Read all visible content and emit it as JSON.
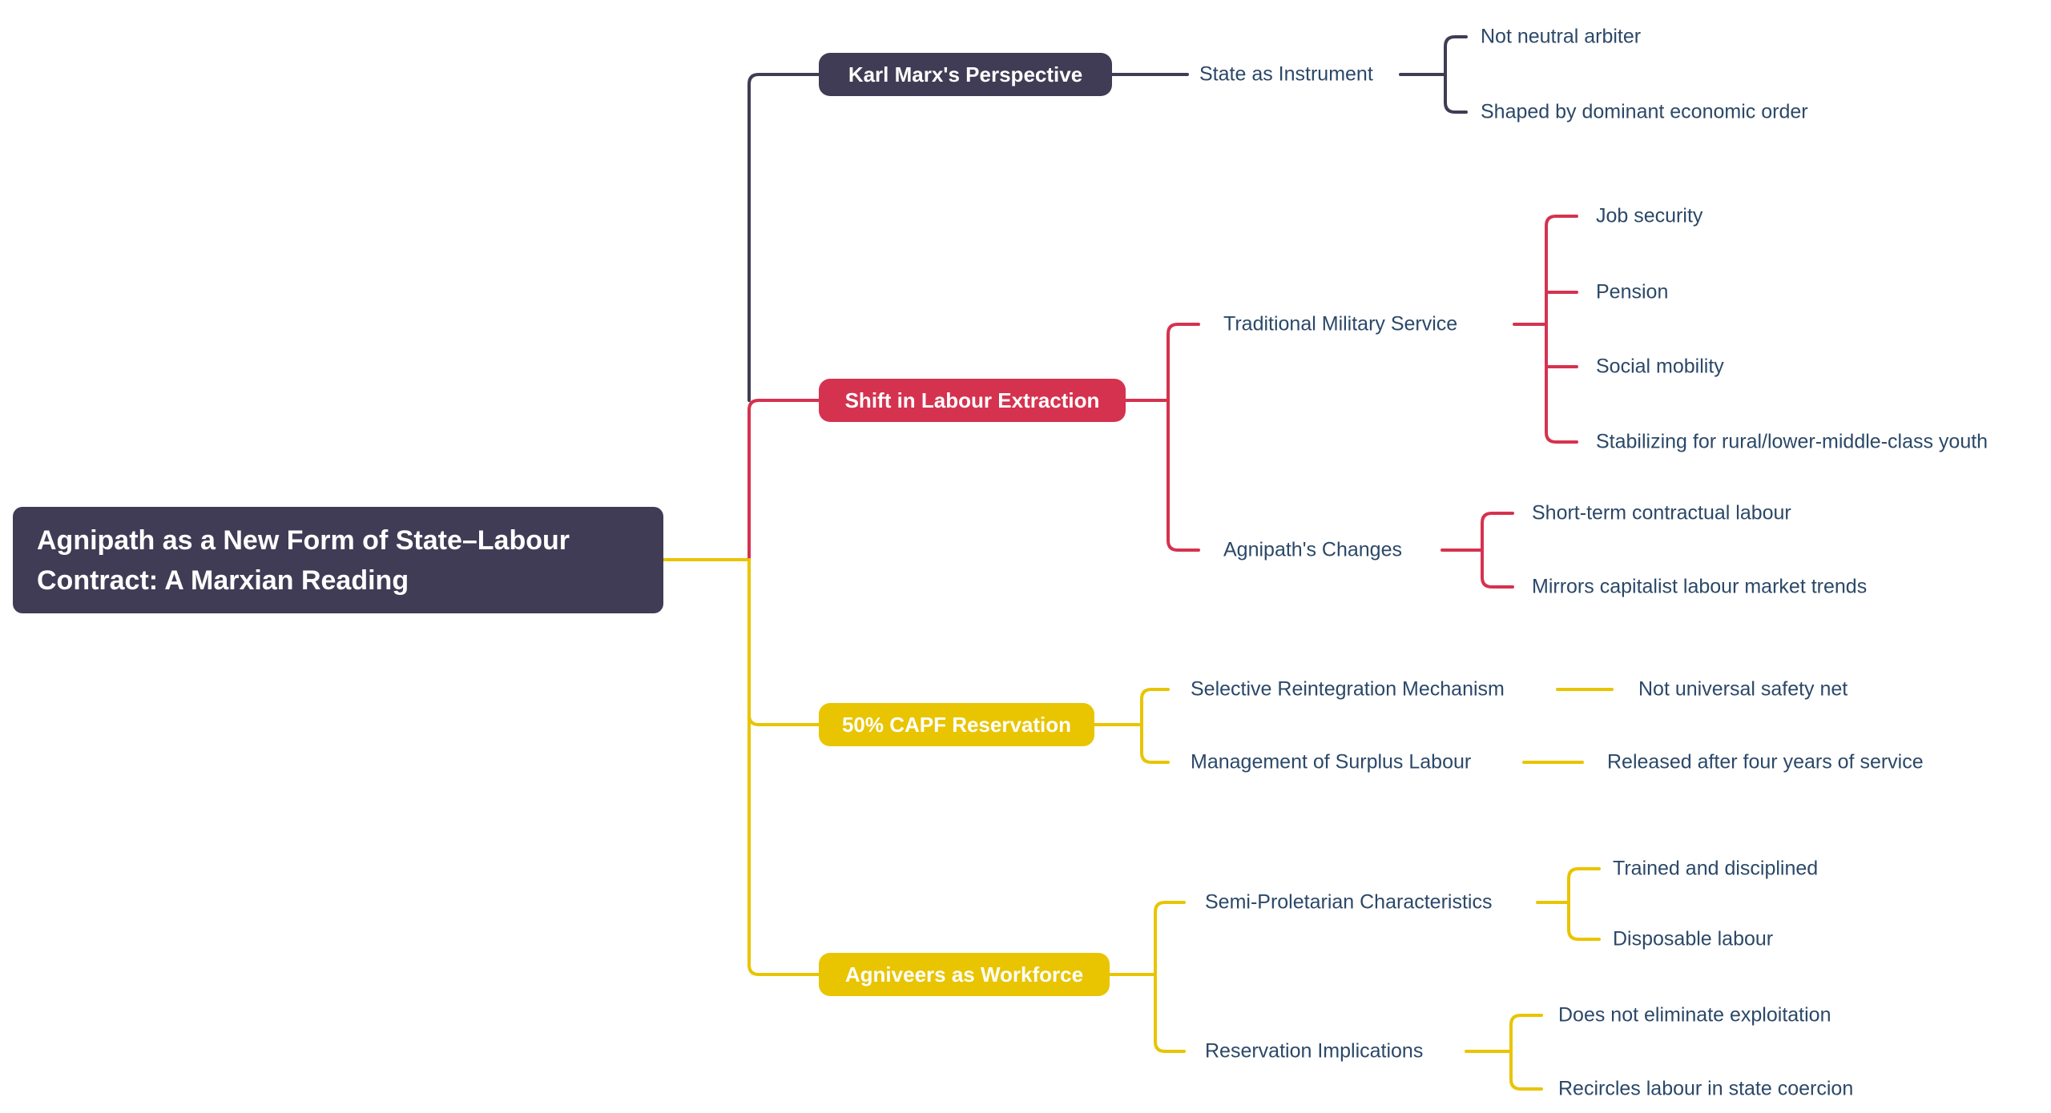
{
  "colors": {
    "navy": "#403C55",
    "red": "#D5324F",
    "yellow": "#E9C400",
    "ink": "#2B4868",
    "canvas": "#FFFFFF"
  },
  "map": {
    "root": {
      "label": "Agnipath as a New Form of State–Labour Contract: A Marxian Reading"
    },
    "branches": [
      {
        "label": "Karl Marx's Perspective",
        "color": "#403C55",
        "children": [
          {
            "label": "State as Instrument",
            "children": [
              {
                "label": "Not neutral arbiter"
              },
              {
                "label": "Shaped by dominant economic order"
              }
            ]
          }
        ]
      },
      {
        "label": "Shift in Labour Extraction",
        "color": "#D5324F",
        "children": [
          {
            "label": "Traditional Military Service",
            "children": [
              {
                "label": "Job security"
              },
              {
                "label": "Pension"
              },
              {
                "label": "Social mobility"
              },
              {
                "label": "Stabilizing for rural/lower-middle-class youth"
              }
            ]
          },
          {
            "label": "Agnipath's Changes",
            "children": [
              {
                "label": "Short-term contractual labour"
              },
              {
                "label": "Mirrors capitalist labour market trends"
              }
            ]
          }
        ]
      },
      {
        "label": "50% CAPF Reservation",
        "color": "#E9C400",
        "children": [
          {
            "label": "Selective Reintegration Mechanism",
            "children": [
              {
                "label": "Not universal safety net"
              }
            ]
          },
          {
            "label": "Management of Surplus Labour",
            "children": [
              {
                "label": "Released after four years of service"
              }
            ]
          }
        ]
      },
      {
        "label": "Agniveers as Workforce",
        "color": "#E9C400",
        "children": [
          {
            "label": "Semi-Proletarian Characteristics",
            "children": [
              {
                "label": "Trained and disciplined"
              },
              {
                "label": "Disposable labour"
              }
            ]
          },
          {
            "label": "Reservation Implications",
            "children": [
              {
                "label": "Does not eliminate exploitation"
              },
              {
                "label": "Recircles labour in state coercion"
              }
            ]
          }
        ]
      }
    ]
  }
}
